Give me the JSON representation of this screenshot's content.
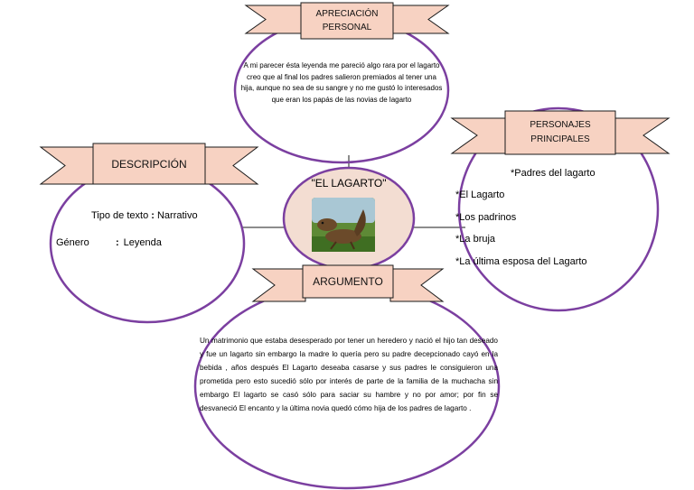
{
  "center": {
    "title": "\"EL LAGARTO\""
  },
  "apreciacion": {
    "label_line1": "APRECIACIÓN",
    "label_line2": "PERSONAL",
    "text": "A mi parecer ésta leyenda me pareció algo rara por el lagarto creo que al final los padres salieron premiados al tener una hija, aunque no sea de su sangre y no me gustó lo interesados que eran los papás de las novias de lagarto"
  },
  "personajes": {
    "label_line1": "PERSONAJES",
    "label_line2": "PRINCIPALES",
    "items": [
      "*Padres del lagarto",
      "*El Lagarto",
      "*Los padrinos",
      "*La bruja",
      "*La última esposa del Lagarto"
    ]
  },
  "descripcion": {
    "label": "DESCRIPCIÓN",
    "tipo_label": "Tipo de texto",
    "tipo_sep": ":",
    "tipo_value": "Narrativo",
    "genero_label": "Género",
    "genero_sep": ":",
    "genero_value": "Leyenda"
  },
  "argumento": {
    "label": "ARGUMENTO",
    "text": "Un matrimonio que estaba desesperado por tener un heredero y nació el hijo tan deseado y fue un lagarto sin embargo la madre lo quería pero su padre decepcionado cayó en la bebida , años después El Lagarto deseaba casarse y sus padres le consiguieron una prometida pero esto sucedió sólo por interés de parte de la familia de la muchacha sin embargo El lagarto se casó sólo para saciar su hambre y no por amor; por fin se desvaneció El encanto y la última novia quedó cómo hija de los padres de lagarto ."
  },
  "colors": {
    "outline": "#7b3fa0",
    "ribbon_fill": "#f7d2c2",
    "ribbon_stroke": "#1a1a1a",
    "center_fill": "#f3ddd2",
    "connector": "#1a1a1a"
  }
}
